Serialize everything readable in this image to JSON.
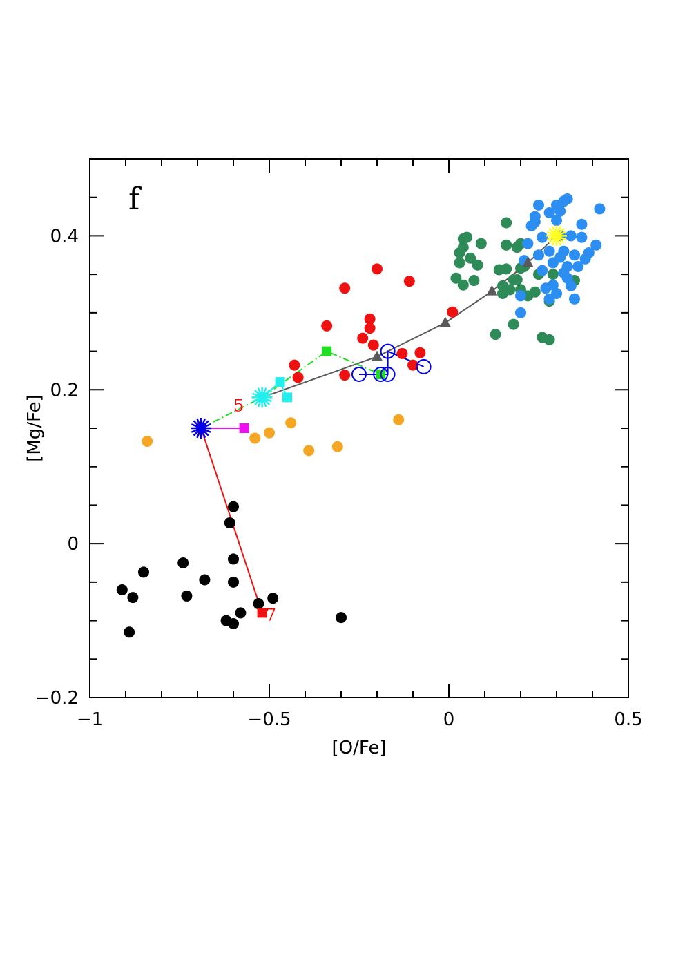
{
  "chart_data": {
    "type": "scatter",
    "panel_label": "f",
    "xlabel": "[O/Fe]",
    "ylabel": "[Mg/Fe]",
    "xlim": [
      -1.0,
      0.5
    ],
    "ylim": [
      -0.2,
      0.5
    ],
    "x_ticks": [
      -1,
      -0.5,
      0,
      0.5
    ],
    "x_tick_labels": [
      "−1",
      "−0.5",
      "0",
      "0.5"
    ],
    "y_ticks": [
      -0.2,
      0,
      0.2,
      0.4
    ],
    "y_tick_labels": [
      "−0.2",
      "0",
      "0.2",
      "0.4"
    ],
    "x_minor_step": 0.1,
    "y_minor_step": 0.05,
    "grid": false,
    "colors": {
      "black": "#000000",
      "red": "#ee1111",
      "orange": "#f5a623",
      "darkgreen": "#2e8b57",
      "blue": "#2b8ef0",
      "gray": "#5a5a5a",
      "green": "#22dd22",
      "cyan": "#22eeee",
      "navy": "#0000ee",
      "magenta": "#ee11ee",
      "yellow": "#ffff22",
      "annot": "#ff0000"
    },
    "point_groups": [
      {
        "color_key": "black",
        "points": [
          [
            -0.91,
            -0.06
          ],
          [
            -0.88,
            -0.07
          ],
          [
            -0.89,
            -0.115
          ],
          [
            -0.85,
            -0.037
          ],
          [
            -0.74,
            -0.025
          ],
          [
            -0.73,
            -0.068
          ],
          [
            -0.68,
            -0.047
          ],
          [
            -0.61,
            0.027
          ],
          [
            -0.6,
            0.048
          ],
          [
            -0.6,
            -0.02
          ],
          [
            -0.6,
            -0.05
          ],
          [
            -0.62,
            -0.1
          ],
          [
            -0.6,
            -0.104
          ],
          [
            -0.58,
            -0.09
          ],
          [
            -0.53,
            -0.078
          ],
          [
            -0.49,
            -0.071
          ],
          [
            -0.3,
            -0.096
          ]
        ]
      },
      {
        "color_key": "orange",
        "points": [
          [
            -0.84,
            0.133
          ],
          [
            -0.54,
            0.137
          ],
          [
            -0.5,
            0.144
          ],
          [
            -0.44,
            0.157
          ],
          [
            -0.39,
            0.121
          ],
          [
            -0.31,
            0.126
          ],
          [
            -0.14,
            0.161
          ]
        ]
      },
      {
        "color_key": "red",
        "points": [
          [
            -0.43,
            0.232
          ],
          [
            -0.42,
            0.216
          ],
          [
            -0.34,
            0.283
          ],
          [
            -0.29,
            0.332
          ],
          [
            -0.2,
            0.357
          ],
          [
            -0.29,
            0.219
          ],
          [
            -0.24,
            0.267
          ],
          [
            -0.22,
            0.292
          ],
          [
            -0.22,
            0.28
          ],
          [
            -0.21,
            0.258
          ],
          [
            -0.13,
            0.247
          ],
          [
            -0.11,
            0.341
          ],
          [
            -0.1,
            0.232
          ],
          [
            -0.08,
            0.248
          ],
          [
            0.01,
            0.301
          ]
        ]
      },
      {
        "color_key": "darkgreen",
        "points": [
          [
            0.02,
            0.345
          ],
          [
            0.03,
            0.365
          ],
          [
            0.03,
            0.378
          ],
          [
            0.04,
            0.385
          ],
          [
            0.04,
            0.396
          ],
          [
            0.05,
            0.398
          ],
          [
            0.04,
            0.336
          ],
          [
            0.06,
            0.371
          ],
          [
            0.07,
            0.342
          ],
          [
            0.08,
            0.362
          ],
          [
            0.09,
            0.39
          ],
          [
            0.13,
            0.272
          ],
          [
            0.14,
            0.356
          ],
          [
            0.15,
            0.335
          ],
          [
            0.15,
            0.325
          ],
          [
            0.16,
            0.417
          ],
          [
            0.16,
            0.388
          ],
          [
            0.16,
            0.357
          ],
          [
            0.17,
            0.33
          ],
          [
            0.18,
            0.343
          ],
          [
            0.18,
            0.285
          ],
          [
            0.19,
            0.385
          ],
          [
            0.19,
            0.343
          ],
          [
            0.2,
            0.39
          ],
          [
            0.2,
            0.358
          ],
          [
            0.2,
            0.33
          ],
          [
            0.21,
            0.36
          ],
          [
            0.22,
            0.322
          ],
          [
            0.24,
            0.327
          ],
          [
            0.25,
            0.35
          ],
          [
            0.26,
            0.268
          ],
          [
            0.28,
            0.265
          ],
          [
            0.28,
            0.315
          ],
          [
            0.29,
            0.35
          ],
          [
            0.35,
            0.342
          ]
        ]
      },
      {
        "color_key": "blue",
        "points": [
          [
            0.2,
            0.3
          ],
          [
            0.2,
            0.322
          ],
          [
            0.21,
            0.368
          ],
          [
            0.22,
            0.39
          ],
          [
            0.23,
            0.413
          ],
          [
            0.24,
            0.418
          ],
          [
            0.24,
            0.425
          ],
          [
            0.25,
            0.44
          ],
          [
            0.25,
            0.375
          ],
          [
            0.26,
            0.398
          ],
          [
            0.26,
            0.355
          ],
          [
            0.27,
            0.332
          ],
          [
            0.28,
            0.43
          ],
          [
            0.28,
            0.318
          ],
          [
            0.29,
            0.365
          ],
          [
            0.29,
            0.336
          ],
          [
            0.3,
            0.44
          ],
          [
            0.3,
            0.42
          ],
          [
            0.31,
            0.432
          ],
          [
            0.31,
            0.4
          ],
          [
            0.31,
            0.372
          ],
          [
            0.32,
            0.445
          ],
          [
            0.32,
            0.38
          ],
          [
            0.32,
            0.352
          ],
          [
            0.33,
            0.448
          ],
          [
            0.33,
            0.36
          ],
          [
            0.33,
            0.345
          ],
          [
            0.34,
            0.4
          ],
          [
            0.34,
            0.335
          ],
          [
            0.35,
            0.318
          ],
          [
            0.35,
            0.375
          ],
          [
            0.36,
            0.36
          ],
          [
            0.37,
            0.398
          ],
          [
            0.37,
            0.415
          ],
          [
            0.38,
            0.37
          ],
          [
            0.39,
            0.378
          ],
          [
            0.41,
            0.388
          ],
          [
            0.42,
            0.435
          ],
          [
            0.3,
            0.325
          ],
          [
            0.28,
            0.38
          ]
        ]
      }
    ],
    "model_tracks": [
      {
        "color_key": "gray",
        "style": "solid",
        "marker": "triangle",
        "points": [
          [
            0.3,
            0.4
          ],
          [
            0.22,
            0.365
          ],
          [
            0.12,
            0.328
          ],
          [
            -0.01,
            0.287
          ],
          [
            -0.2,
            0.243
          ],
          [
            -0.52,
            0.19
          ]
        ]
      },
      {
        "color_key": "green",
        "style": "dashdot",
        "marker": "square",
        "points": [
          [
            -0.69,
            0.15
          ],
          [
            -0.52,
            0.19
          ],
          [
            -0.34,
            0.25
          ],
          [
            -0.19,
            0.22
          ]
        ]
      },
      {
        "color_key": "navy",
        "style": "solid",
        "marker": "circle-open",
        "points": [
          [
            -0.25,
            0.22
          ],
          [
            -0.19,
            0.22
          ],
          [
            -0.17,
            0.22
          ],
          [
            -0.17,
            0.25
          ],
          [
            -0.07,
            0.23
          ]
        ]
      },
      {
        "color_key": "cyan",
        "style": "solid",
        "marker": "square",
        "points": [
          [
            -0.52,
            0.19
          ],
          [
            -0.47,
            0.21
          ],
          [
            -0.45,
            0.19
          ]
        ]
      },
      {
        "color_key": "magenta",
        "style": "solid",
        "marker": "square",
        "points": [
          [
            -0.69,
            0.15
          ],
          [
            -0.57,
            0.15
          ]
        ]
      },
      {
        "color_key": "red",
        "style": "solid",
        "marker": "square",
        "points": [
          [
            -0.69,
            0.15
          ],
          [
            -0.52,
            -0.09
          ]
        ]
      }
    ],
    "star_markers": [
      {
        "x": 0.3,
        "y": 0.4,
        "color_key": "yellow"
      },
      {
        "x": -0.52,
        "y": 0.19,
        "color_key": "cyan"
      },
      {
        "x": -0.69,
        "y": 0.15,
        "color_key": "navy"
      }
    ],
    "annotations": [
      {
        "text": "5",
        "x": -0.6,
        "y": 0.18
      },
      {
        "text": "7",
        "x": -0.51,
        "y": -0.092
      }
    ]
  }
}
